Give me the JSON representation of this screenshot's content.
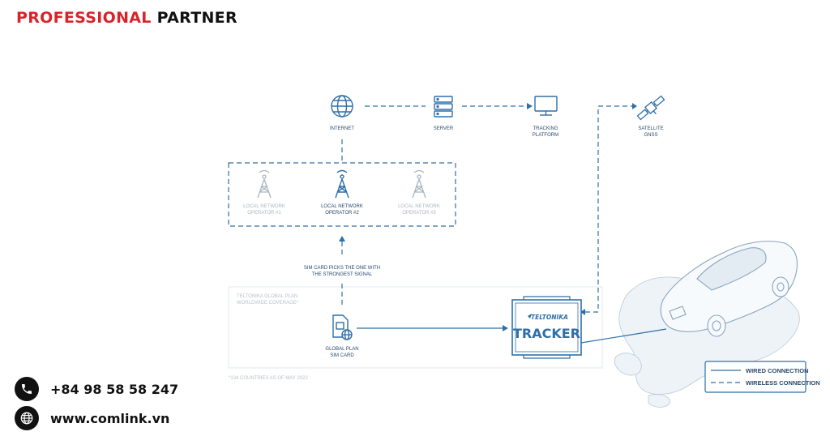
{
  "brand": {
    "part1": "PROFESSIONAL",
    "part2": "PARTNER"
  },
  "diagram": {
    "internet": "INTERNET",
    "server": "SERVER",
    "tracking": [
      "TRACKING",
      "PLATFORM"
    ],
    "satellite": [
      "SATELLITE",
      "GNSS"
    ],
    "op1": [
      "LOCAL NETWORK",
      "OPERATOR #1"
    ],
    "op2": [
      "LOCAL NETWORK",
      "OPERATOR #2"
    ],
    "op3": [
      "LOCAL NETWORK",
      "OPERATOR #3"
    ],
    "sim_note": [
      "SIM CARD PICKS THE ONE WITH",
      "THE STRONGEST SIGNAL"
    ],
    "coverage": [
      "TELTONIKA GLOBAL PLAN",
      "WORLDWIDE COVERAGE*"
    ],
    "sim_card": [
      "GLOBAL PLAN",
      "SIM CARD"
    ],
    "footnote": "*134 COUNTRIES AS OF MAY 2022",
    "tracker_logo": "TELTONIKA",
    "tracker": "TRACKER",
    "legend_wired": "WIRED CONNECTION",
    "legend_wireless": "WIRELESS CONNECTION"
  },
  "contact": {
    "phone": "+84 98 58 58 247",
    "website": "www.comlink.vn"
  },
  "colors": {
    "accent": "#d9232b",
    "line": "#2f6fa8",
    "dark_label": "#2a4a6b",
    "faded": "#a9b6c3"
  }
}
